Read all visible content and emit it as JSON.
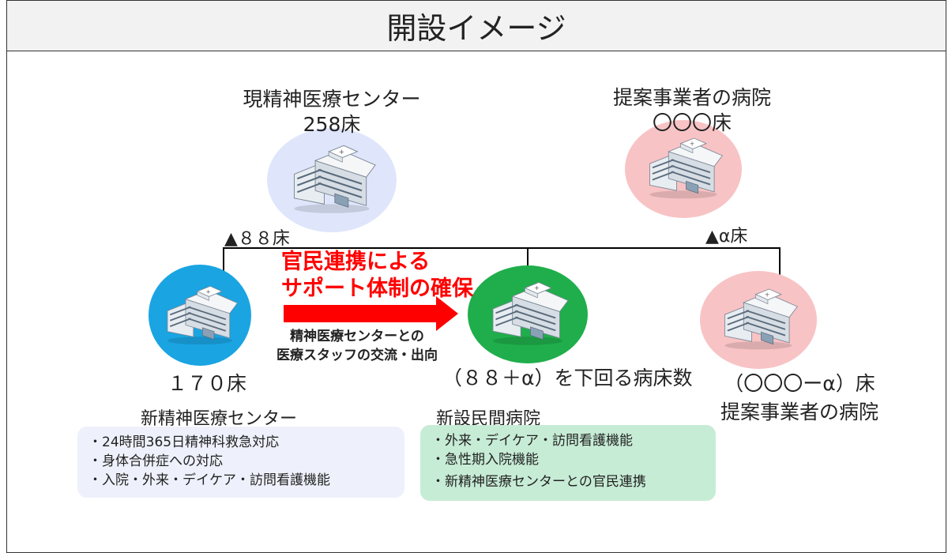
{
  "title": "開設イメージ",
  "hospitals": {
    "current_center": {
      "name": "現精神医療センター",
      "beds": "258床"
    },
    "proposer_top": {
      "name": "提案事業者の病院",
      "beds": "〇〇〇床"
    },
    "new_center": {
      "beds": "１７０床",
      "name": "新精神医療センター"
    },
    "new_private": {
      "beds": "（８８＋α）を下回る病床数",
      "name": "新設民間病院"
    },
    "proposer_bottom": {
      "beds": "（〇〇〇ーα）床",
      "name": "提案事業者の病院"
    }
  },
  "reductions": {
    "left": "▲８８床",
    "right": "▲α床"
  },
  "support": {
    "line1": "官民連携による",
    "line2": "サポート体制の確保",
    "exchange_line1": "精神医療センターとの",
    "exchange_line2": "医療スタッフの交流・出向"
  },
  "functions": {
    "new_center": [
      "・24時間365日精神科救急対応",
      "・身体合併症への対応",
      "・入院・外来・デイケア・訪問看護機能"
    ],
    "new_private": [
      "・外来・デイケア・訪問看護機能",
      "・急性期入院機能",
      "・新精神医療センターとの官民連携"
    ]
  },
  "colors": {
    "current_center_circle": "#dfe6fb",
    "proposer_circle": "#f8c3c5",
    "new_center_circle": "#1aa4e2",
    "new_private_circle": "#1fae4b",
    "arrow": "#ff0000",
    "center_box": "#eef1fb",
    "private_box": "#c7ecd6"
  },
  "icons": [
    "hospital-building-icon"
  ]
}
